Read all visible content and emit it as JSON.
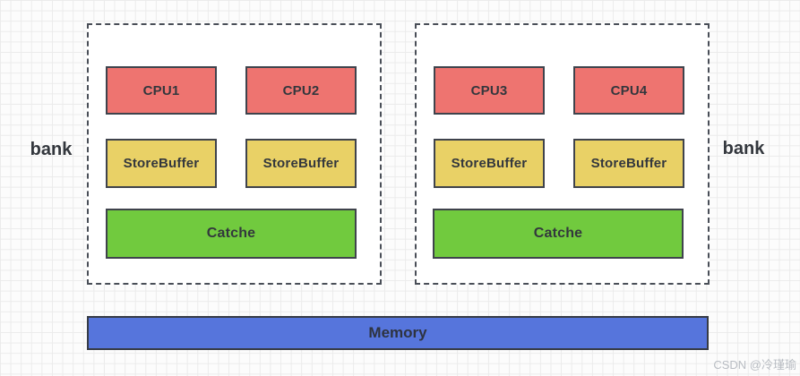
{
  "diagram": {
    "title_hidden": "",
    "banks": [
      {
        "label": "bank",
        "cpus": [
          {
            "label": "CPU1"
          },
          {
            "label": "CPU2"
          }
        ],
        "store_buffers": [
          {
            "label": "StoreBuffer"
          },
          {
            "label": "StoreBuffer"
          }
        ],
        "cache": {
          "label": "Catche"
        }
      },
      {
        "label": "bank",
        "cpus": [
          {
            "label": "CPU3"
          },
          {
            "label": "CPU4"
          }
        ],
        "store_buffers": [
          {
            "label": "StoreBuffer"
          },
          {
            "label": "StoreBuffer"
          }
        ],
        "cache": {
          "label": "Catche"
        }
      }
    ],
    "memory": {
      "label": "Memory"
    },
    "colors": {
      "cpu_fill": "#ee7470",
      "store_buffer_fill": "#e9d166",
      "cache_fill": "#71ca3e",
      "memory_fill": "#5675dc",
      "box_border": "#3f434c",
      "bank_dashed_border": "#494e57",
      "grid_line": "#ebebeb",
      "label_text": "#33373d"
    }
  },
  "watermark": {
    "text": "CSDN @冷瑾瑜"
  }
}
